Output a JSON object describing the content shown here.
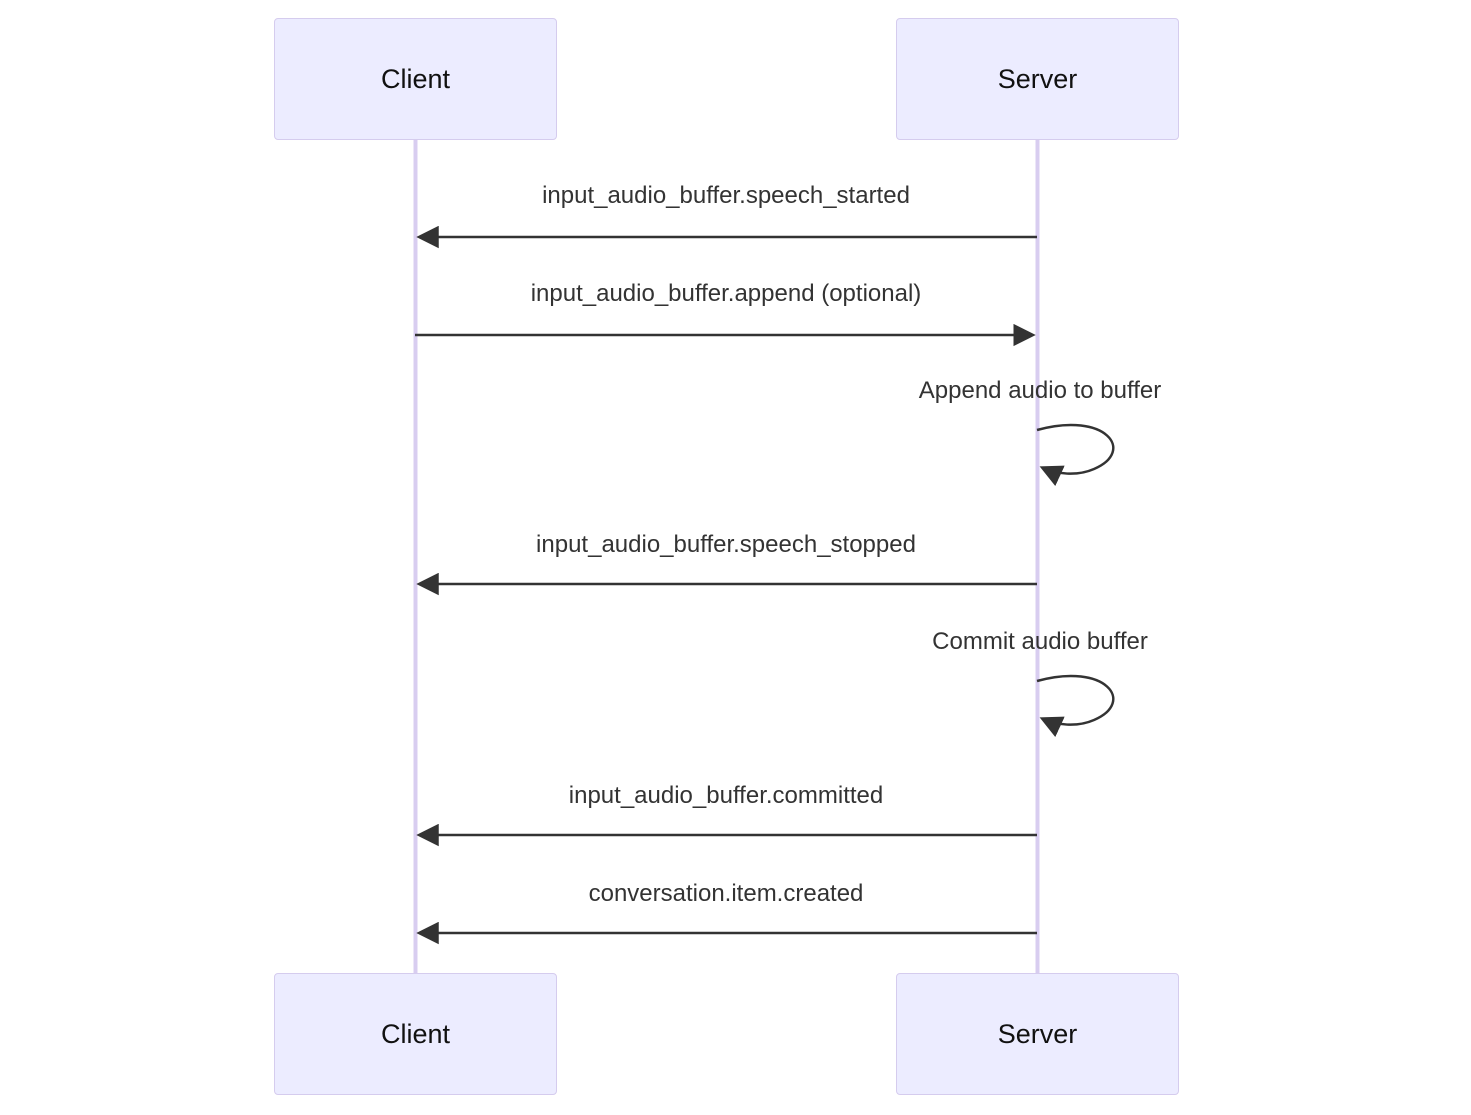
{
  "diagram": {
    "type": "sequence-diagram",
    "actors": [
      {
        "id": "client",
        "label": "Client"
      },
      {
        "id": "server",
        "label": "Server"
      }
    ],
    "messages": [
      {
        "from": "server",
        "to": "client",
        "kind": "arrow",
        "label": "input_audio_buffer.speech_started"
      },
      {
        "from": "client",
        "to": "server",
        "kind": "arrow",
        "label": "input_audio_buffer.append (optional)"
      },
      {
        "from": "server",
        "to": "server",
        "kind": "self-loop",
        "label": "Append audio to buffer"
      },
      {
        "from": "server",
        "to": "client",
        "kind": "arrow",
        "label": "input_audio_buffer.speech_stopped"
      },
      {
        "from": "server",
        "to": "server",
        "kind": "self-loop",
        "label": "Commit audio buffer"
      },
      {
        "from": "server",
        "to": "client",
        "kind": "arrow",
        "label": "input_audio_buffer.committed"
      },
      {
        "from": "server",
        "to": "client",
        "kind": "arrow",
        "label": "conversation.item.created"
      }
    ],
    "colors": {
      "actor_fill": "#ECECFF",
      "actor_border": "#D5CCEE",
      "lifeline": "#D8CDF0",
      "arrow": "#333333",
      "text": "#333333",
      "background": "#FFFFFF"
    }
  }
}
